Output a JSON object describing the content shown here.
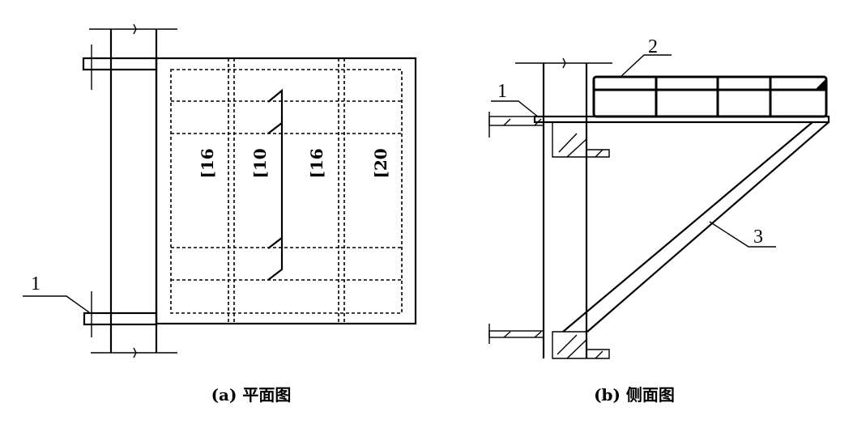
{
  "plan_view": {
    "caption": "(a) 平面图",
    "section_labels": [
      "[16",
      "[10",
      "[16",
      "[20"
    ],
    "callout_1": "1"
  },
  "side_view": {
    "caption": "(b) 侧面图",
    "callout_1": "1",
    "callout_2": "2",
    "callout_3": "3"
  }
}
